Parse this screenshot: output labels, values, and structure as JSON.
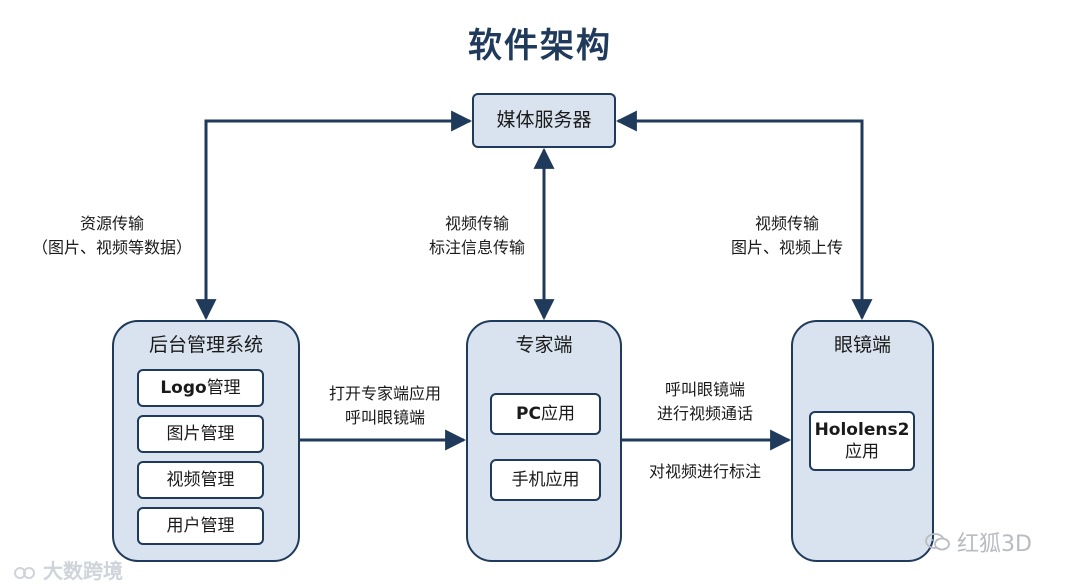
{
  "title": "软件架构",
  "nodes": {
    "media_server": "媒体服务器",
    "backend": {
      "label": "后台管理系统",
      "items": [
        {
          "bold": "Logo",
          "rest": "管理"
        },
        {
          "bold": "",
          "rest": "图片管理"
        },
        {
          "bold": "",
          "rest": "视频管理"
        },
        {
          "bold": "",
          "rest": "用户管理"
        }
      ]
    },
    "expert": {
      "label": "专家端",
      "items": [
        {
          "bold": "PC",
          "rest": "应用"
        },
        {
          "bold": "",
          "rest": "手机应用"
        }
      ]
    },
    "glasses": {
      "label": "眼镜端",
      "item_line1": "Hololens2",
      "item_line2": "应用"
    }
  },
  "edges": {
    "backend_media": {
      "line1": "资源传输",
      "line2": "（图片、视频等数据）"
    },
    "expert_media": {
      "line1": "视频传输",
      "line2": "标注信息传输"
    },
    "glasses_media": {
      "line1": "视频传输",
      "line2": "图片、视频上传"
    },
    "backend_expert": {
      "line1": "打开专家端应用",
      "line2": "呼叫眼镜端"
    },
    "expert_glasses": {
      "line1": "呼叫眼镜端",
      "line2": "进行视频通话",
      "line3": "对视频进行标注"
    }
  },
  "watermarks": {
    "left": "大数跨境",
    "right": "红狐3D"
  },
  "colors": {
    "stroke": "#1f3a5a",
    "box_fill": "#d9e3f0",
    "title": "#1f3a5a"
  }
}
